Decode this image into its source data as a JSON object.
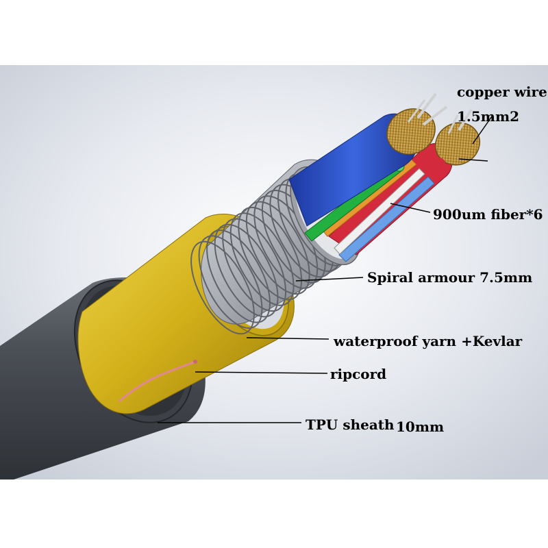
{
  "labels": {
    "copper_wire": "copper wire",
    "copper_size": "1.5mm2",
    "fiber": "900um fiber*6",
    "armour": "Spiral armour 7.5mm",
    "yarn": "waterproof yarn +Kevlar",
    "ripcord": "ripcord",
    "sheath": "TPU sheath",
    "sheath_size": "10mm"
  },
  "colors": {
    "sheath": "#4a4e55",
    "yarn": "#d8b81c",
    "armour": "#b8bcc2",
    "blue_tube": "#2f55c8",
    "red_tube": "#d4283c",
    "green_fiber": "#22b040",
    "copper": "#c9a24a",
    "ripcord": "#e08898",
    "background": "#d8dde6"
  }
}
